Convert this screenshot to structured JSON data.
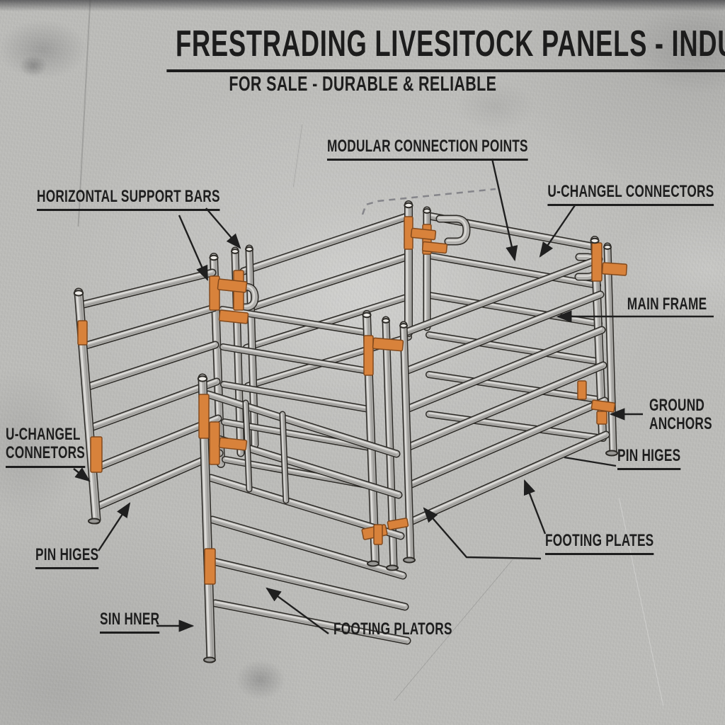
{
  "header": {
    "title": "FRESTRADING LIVESITOCK PANELS - INDUSTRIAL GRADE",
    "subtitle": "FOR SALE - DURABLE & RELIABLE"
  },
  "labels": {
    "modular_connection_points": "MODULAR CONNECTION POINTS",
    "horizontal_support_bars": "HORIZONTAL SUPPORT BARS",
    "u_channel_connectors_right": "U-CHANGEL CONNECTORS",
    "main_frame": "MAIN FRAME",
    "ground_anchors_line1": "GROUND",
    "ground_anchors_line2": "ANCHORS",
    "pin_hinges_right": "PIN HIGES",
    "footing_plates": "FOOTING PLATES",
    "u_channel_connectors_left_line1": "U-CHANGEL",
    "u_channel_connectors_left_line2": "CONNETORS",
    "pin_hinges_left": "PIN HIGES",
    "sin_hner": "SIN HNER",
    "footing_plators": "FOOTING PLATORS"
  },
  "colors": {
    "text": "#1e1e1e",
    "background": "#bdbdba",
    "pipe_gray": "#b3b2af",
    "connector_orange": "#d8823b"
  }
}
